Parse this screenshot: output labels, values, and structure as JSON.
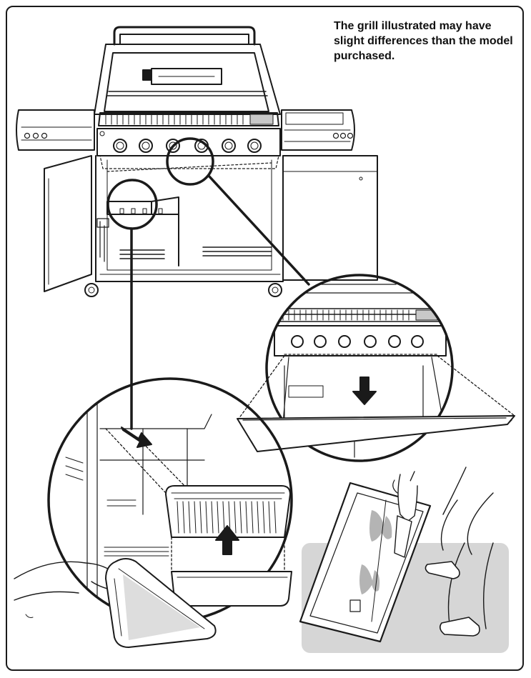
{
  "note": {
    "text": "The grill illustrated may have slight differences than the model purchased."
  },
  "colors": {
    "line": "#1a1a1a",
    "floor": "#d6d6d6",
    "grease": "#b4b4b4",
    "background": "#ffffff"
  },
  "panels": [
    {
      "name": "grill-overview",
      "subject": "gas grill with side burners and open left door"
    },
    {
      "name": "drip-tray-detail",
      "subject": "drip tray sliding out below control knobs"
    },
    {
      "name": "grease-cup-detail",
      "subject": "grease cup and liner removal and cleaning"
    },
    {
      "name": "tray-cleaning-scene",
      "subject": "scraping the drip tray on the floor"
    }
  ]
}
